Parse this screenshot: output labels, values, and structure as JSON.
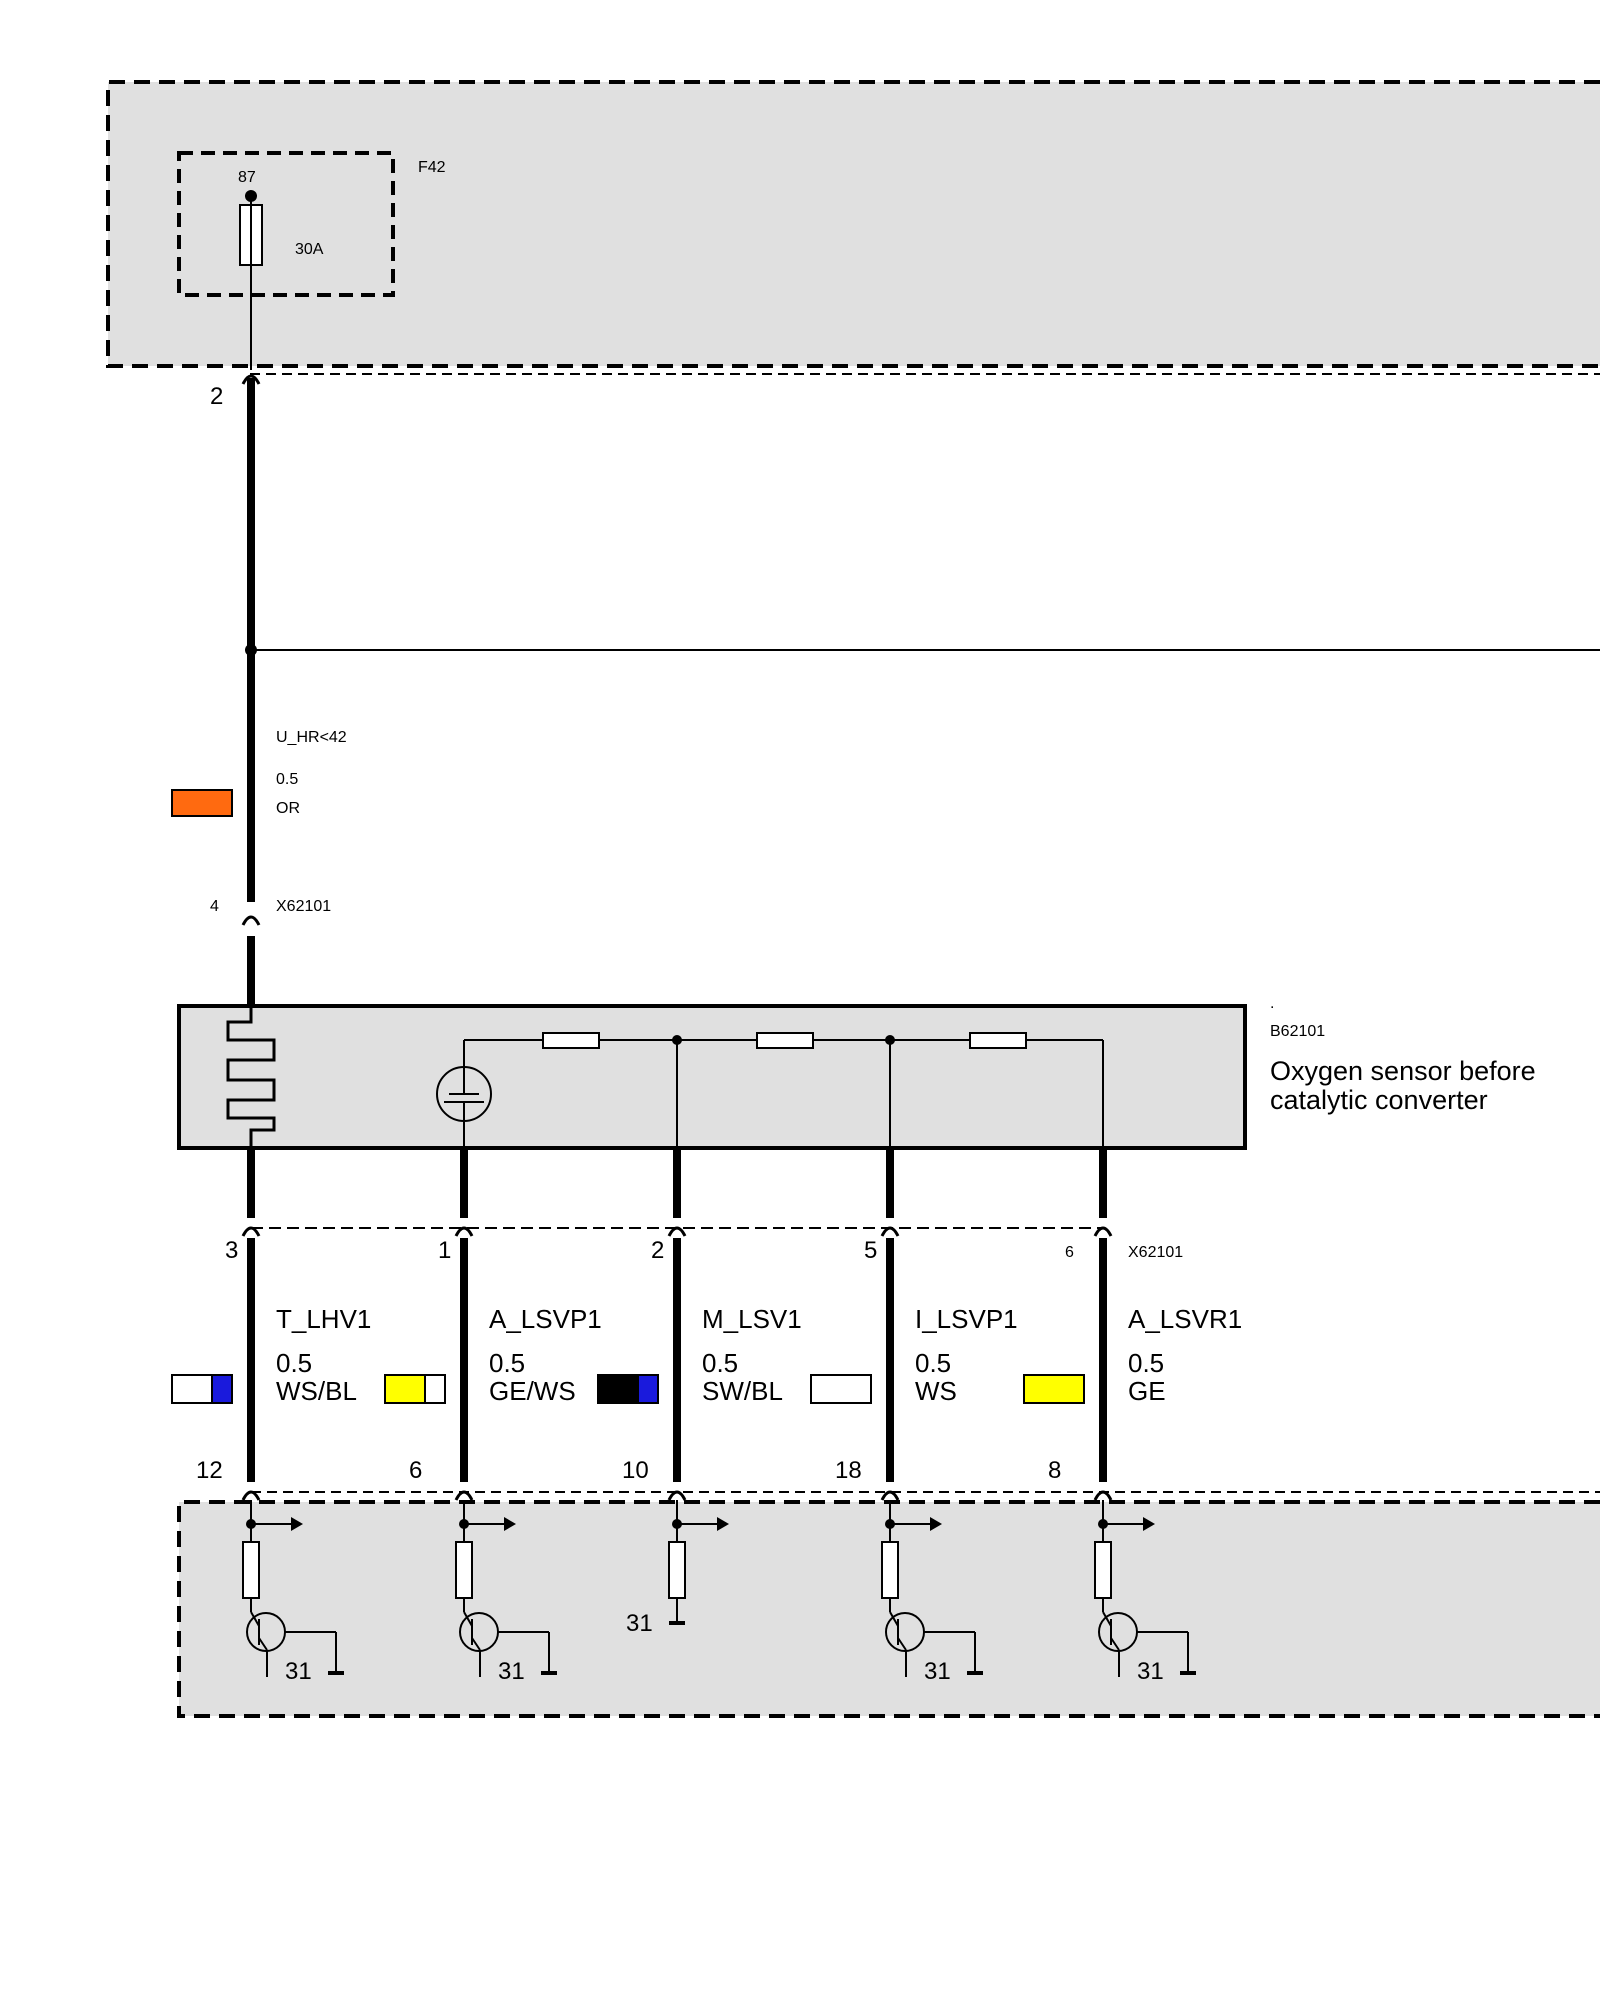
{
  "fuse": {
    "id": "F42",
    "terminal": "87",
    "rating": "30A",
    "connector_pin": "2"
  },
  "supply_wire": {
    "signal": "U_HR<42",
    "gauge": "0.5",
    "color_code": "OR",
    "color_swatch": [
      "#ff6a10"
    ],
    "connector": "X62101",
    "connector_pin": "4"
  },
  "sensor": {
    "dot": ".",
    "id": "B62101",
    "description_line1": "Oxygen sensor before",
    "description_line2": "catalytic converter"
  },
  "lower_connector": {
    "id": "X62101"
  },
  "wires": [
    {
      "sensor_pin": "3",
      "signal": "T_LHV1",
      "gauge": "0.5",
      "color_code": "WS/BL",
      "ecu_pin": "12",
      "swatch": [
        "#ffffff",
        "#1a1adc"
      ]
    },
    {
      "sensor_pin": "1",
      "signal": "A_LSVP1",
      "gauge": "0.5",
      "color_code": "GE/WS",
      "ecu_pin": "6",
      "swatch": [
        "#ffff00",
        "#ffffff"
      ]
    },
    {
      "sensor_pin": "2",
      "signal": "M_LSV1",
      "gauge": "0.5",
      "color_code": "SW/BL",
      "ecu_pin": "10",
      "swatch": [
        "#000000",
        "#1a1adc"
      ]
    },
    {
      "sensor_pin": "5",
      "signal": "I_LSVP1",
      "gauge": "0.5",
      "color_code": "WS",
      "ecu_pin": "18",
      "swatch": [
        "#ffffff"
      ]
    },
    {
      "sensor_pin": "6",
      "signal": "A_LSVR1",
      "gauge": "0.5",
      "color_code": "GE",
      "ecu_pin": "8",
      "swatch": [
        "#ffff00"
      ]
    }
  ],
  "ground_label": "31",
  "colors": {
    "module_fill": "#e0e0e0",
    "line": "#000000"
  }
}
